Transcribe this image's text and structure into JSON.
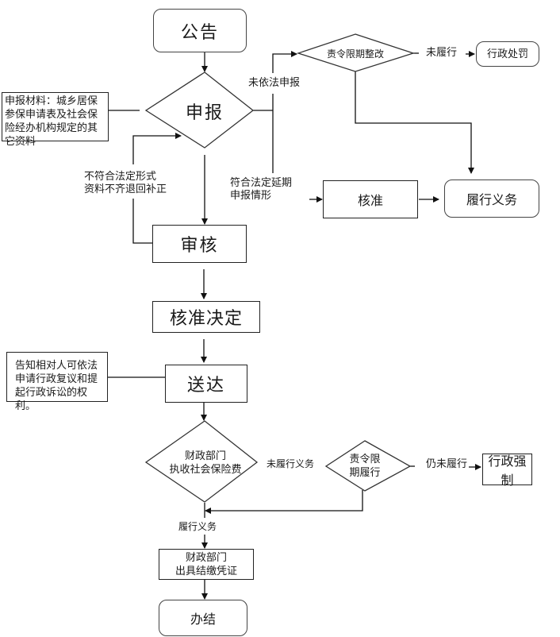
{
  "nodes": {
    "announce": "公告",
    "apply": "申报",
    "apply_materials": "申报材料：城乡居保参保申请表及社会保险经办机构规定的其它资料",
    "order_rectify": "责令限期整改",
    "admin_penalty": "行政处罚",
    "approve": "核准",
    "fulfill_obligation": "履行义务",
    "review": "审核",
    "approval_decision": "核准决定",
    "notify_rights": "告知相对人可依法申请行政复议和提起行政诉讼的权利。",
    "deliver": "送达",
    "finance_collect_line1": "财政部门",
    "finance_collect_line2": "执收社会保险费",
    "order_perform_line1": "责令限",
    "order_perform_line2": "期履行",
    "admin_enforce": "行政强制",
    "receipt_line1": "财政部门",
    "receipt_line2": "出具结缴凭证",
    "complete": "办结"
  },
  "labels": {
    "not_declared": "未依法申报",
    "not_fulfilled": "未履行",
    "deferred_line1": "符合法定延期",
    "deferred_line2": "申报情形",
    "incomplete_line1": "不符合法定形式",
    "incomplete_line2": "资料不齐退回补正",
    "obligation_unfulfilled": "未履行义务",
    "still_unfulfilled": "仍未履行",
    "obligation_fulfilled": "履行义务"
  }
}
